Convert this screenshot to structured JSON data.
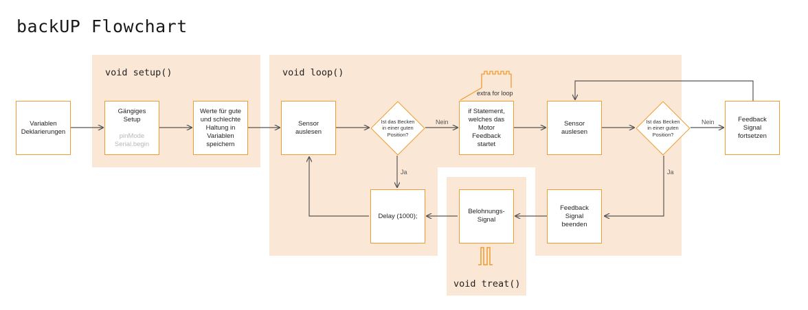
{
  "title": "backUP Flowchart",
  "panels": {
    "setup_label": "void setup()",
    "loop_label": "void loop()",
    "treat_label": "void treat()"
  },
  "nodes": {
    "variablen": "Variablen Deklarierungen",
    "gaengiges": "Gängiges Setup",
    "gaengiges_sub": "pinMode Serial.begin",
    "werte": "Werte für gute und schlechte Haltung in Variablen speichern",
    "sensor1": "Sensor auslesen",
    "decision1": "Ist das Becken in einer guten Position?",
    "if_statement": "if Statement, welches das Motor Feedback startet",
    "sensor2": "Sensor auslesen",
    "decision2": "Ist das Becken in einer guten Position?",
    "feedback_fortsetzen": "Feedback Signal fortsetzen",
    "delay": "Delay (1000);",
    "belohnung": "Belohnungs-Signal",
    "feedback_beenden": "Feedback Signal beenden"
  },
  "annotations": {
    "extra_for_loop": "extra for loop"
  },
  "edge_labels": {
    "nein1": "Nein",
    "ja1": "Ja",
    "nein2": "Nein",
    "ja2": "Ja"
  },
  "colors": {
    "panel": "#fbe7d6",
    "box_border": "#ef9b2d",
    "arrow": "#555555"
  }
}
